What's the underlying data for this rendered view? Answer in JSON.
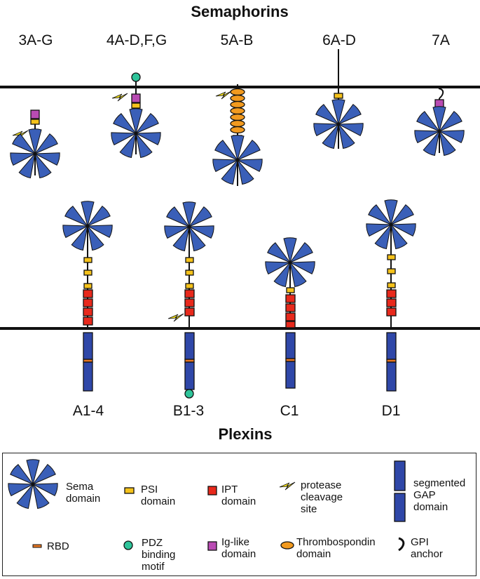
{
  "top_title": "Semaphorins",
  "bottom_title": "Plexins",
  "semaphorin_labels": [
    "3A-G",
    "4A-D,F,G",
    "5A-B",
    "6A-D",
    "7A"
  ],
  "plexin_labels": [
    "A1-4",
    "B1-3",
    "C1",
    "D1"
  ],
  "legend": {
    "sema": "Sema\ndomain",
    "psi": "PSI\ndomain",
    "ipt": "IPT\ndomain",
    "protease": "protease\ncleavage\nsite",
    "gap": "segmented\nGAP\ndomain",
    "rbd": "RBD",
    "pdz": "PDZ\nbinding\nmotif",
    "ig": "Ig-like\ndomain",
    "thrombo": "Thrombospondin\ndomain",
    "gpi": "GPI\nanchor"
  },
  "colors": {
    "sema": "#3a5fb8",
    "psi": "#f5c21b",
    "ipt": "#e8291c",
    "rbd": "#e87722",
    "pdz": "#2ec49a",
    "ig": "#b94bb3",
    "thrombo": "#f29a1f",
    "gap": "#2f47a8",
    "protease": "#f3e01a"
  }
}
